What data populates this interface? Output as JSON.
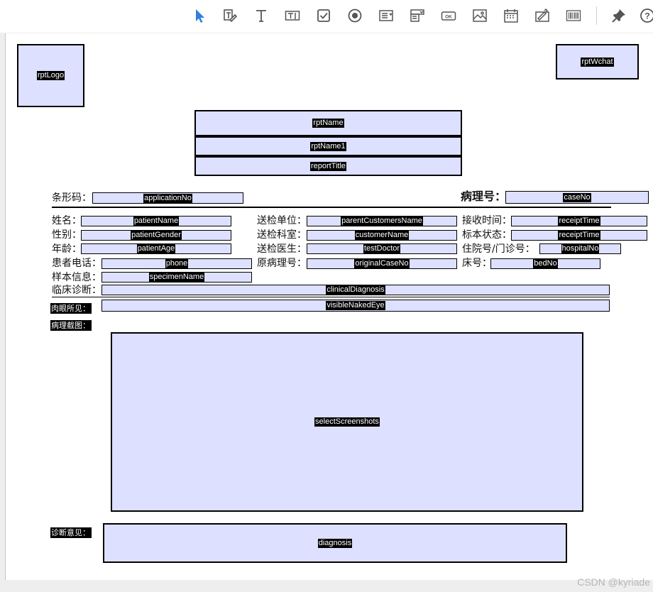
{
  "toolbar": {
    "tools": [
      {
        "name": "pointer-tool-icon",
        "active": true
      },
      {
        "name": "edit-text-tool-icon"
      },
      {
        "name": "text-tool-icon"
      },
      {
        "name": "text-field-tool-icon"
      },
      {
        "name": "checkbox-tool-icon"
      },
      {
        "name": "radio-tool-icon"
      },
      {
        "name": "list-box-tool-icon"
      },
      {
        "name": "dropdown-tool-icon"
      },
      {
        "name": "button-tool-icon",
        "label": "OK"
      },
      {
        "name": "image-tool-icon"
      },
      {
        "name": "date-tool-icon"
      },
      {
        "name": "signature-tool-icon"
      },
      {
        "name": "barcode-tool-icon"
      },
      {
        "name": "pin-icon"
      },
      {
        "name": "help-icon"
      }
    ]
  },
  "colors": {
    "field_fill": "#dde0ff",
    "accent": "#2f7fe0"
  },
  "report": {
    "logo": "rptLogo",
    "wechat": "rptWchat",
    "name": "rptName",
    "name1": "rptName1",
    "title": "reportTitle"
  },
  "header": {
    "barcode_label": "条形码：",
    "barcode_field": "applicationNo",
    "case_label": "病理号：",
    "case_field": "caseNo"
  },
  "info": {
    "patient_name_label": "姓名：",
    "patient_name": "patientName",
    "gender_label": "性别：",
    "gender": "patientGender",
    "age_label": "年龄：",
    "age": "patientAge",
    "phone_label": "患者电话：",
    "phone": "phone",
    "specimen_label": "样本信息：",
    "specimen": "specimenName",
    "unit_label": "送检单位：",
    "unit": "parentCustomersName",
    "dept_label": "送检科室：",
    "dept": "customerName",
    "doctor_label": "送检医生：",
    "doctor": "testDoctor",
    "orig_case_label": "原病理号：",
    "orig_case": "originalCaseNo",
    "receipt_time_label": "接收时间：",
    "receipt_time": "receiptTime",
    "specimen_state_label": "标本状态：",
    "specimen_state": "receiptTime",
    "hospital_no_label": "住院号/门诊号：",
    "hospital_no": "hospitalNo",
    "bed_label": "床号：",
    "bed": "bedNo",
    "clinical_label": "临床诊断：",
    "clinical": "clinicalDiagnosis"
  },
  "gross": {
    "label": "肉眼所见：",
    "field": "visibleNakedEye"
  },
  "screenshots": {
    "label": "病理截图：",
    "field": "selectScreenshots"
  },
  "diagnosis": {
    "label": "诊断意见：",
    "field": "diagnosis"
  },
  "watermark": "CSDN @kyriade"
}
